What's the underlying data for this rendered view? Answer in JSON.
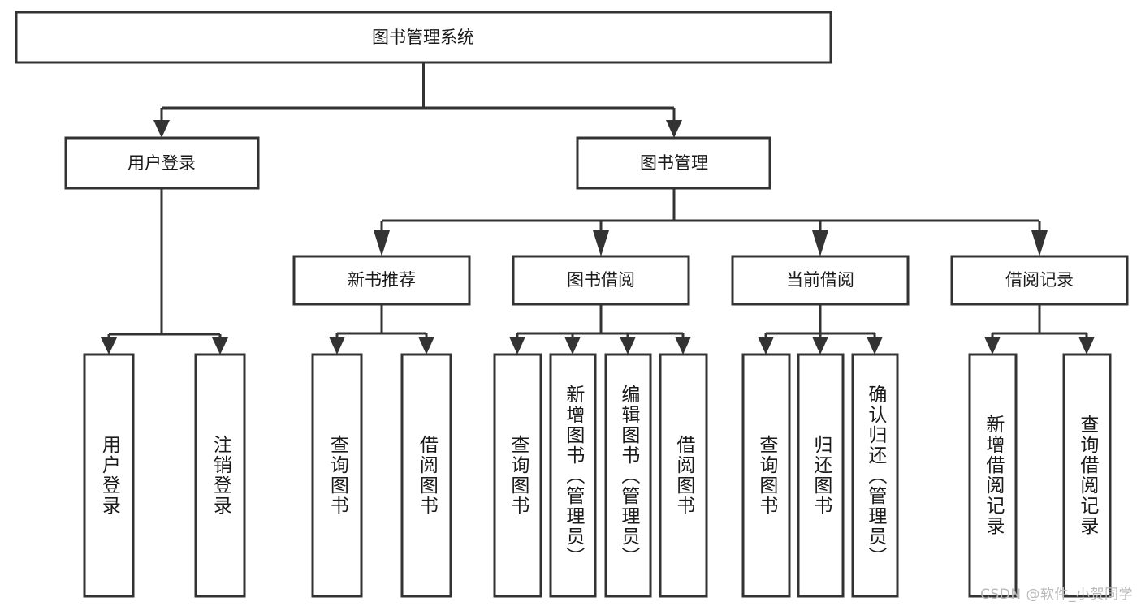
{
  "diagram": {
    "title": "图书管理系统",
    "type": "tree-hierarchy-diagram",
    "colors": {
      "box_stroke": "#333333",
      "box_fill": "#ffffff",
      "text": "#1a1a1a",
      "background": "#ffffff",
      "watermark": "#b9b9b9"
    },
    "root": {
      "label": "图书管理系统"
    },
    "level2": [
      {
        "label": "用户登录"
      },
      {
        "label": "图书管理"
      }
    ],
    "level3": [
      {
        "label": "新书推荐"
      },
      {
        "label": "图书借阅"
      },
      {
        "label": "当前借阅"
      },
      {
        "label": "借阅记录"
      }
    ],
    "leaves": {
      "user_login": [
        {
          "label": "用户登录"
        },
        {
          "label": "注销登录"
        }
      ],
      "new_book_recommend": [
        {
          "label": "查询图书"
        },
        {
          "label": "借阅图书"
        }
      ],
      "book_borrow": [
        {
          "label": "查询图书"
        },
        {
          "label": "新增图书（管理员）"
        },
        {
          "label": "编辑图书（管理员）"
        },
        {
          "label": "借阅图书"
        }
      ],
      "current_borrow": [
        {
          "label": "查询图书"
        },
        {
          "label": "归还图书"
        },
        {
          "label": "确认归还（管理员）"
        }
      ],
      "borrow_record": [
        {
          "label": "新增借阅记录"
        },
        {
          "label": "查询借阅记录"
        }
      ]
    }
  },
  "watermark": {
    "text": "CSDN @软件_小贺同学"
  }
}
